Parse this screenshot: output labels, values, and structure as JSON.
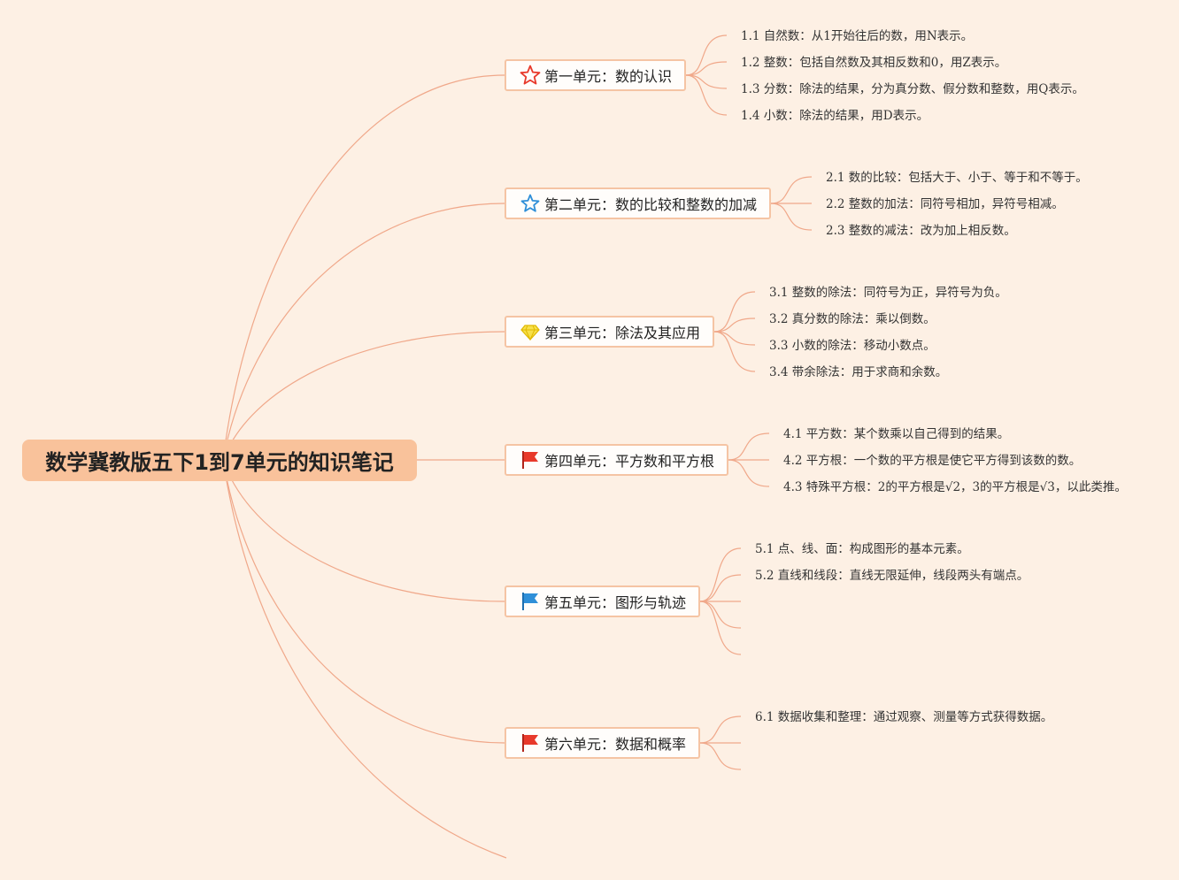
{
  "colors": {
    "background": "#fdf0e4",
    "root_fill": "#f9c29b",
    "line": "#f0a88a",
    "unit_border": "#f5c4a4"
  },
  "root": {
    "title": "数学冀教版五下1到7单元的知识笔记"
  },
  "units": [
    {
      "label": "第一单元：数的认识",
      "icon": "red-star-outline-icon",
      "items": [
        "1.1 自然数：从1开始往后的数，用N表示。",
        "1.2 整数：包括自然数及其相反数和0，用Z表示。",
        "1.3 分数：除法的结果，分为真分数、假分数和整数，用Q表示。",
        "1.4 小数：除法的结果，用D表示。"
      ]
    },
    {
      "label": "第二单元：数的比较和整数的加减",
      "icon": "blue-star-outline-icon",
      "items": [
        "2.1 数的比较：包括大于、小于、等于和不等于。",
        "2.2 整数的加法：同符号相加，异符号相减。",
        "2.3 整数的减法：改为加上相反数。"
      ]
    },
    {
      "label": "第三单元：除法及其应用",
      "icon": "yellow-diamond-icon",
      "items": [
        "3.1 整数的除法：同符号为正，异符号为负。",
        "3.2 真分数的除法：乘以倒数。",
        "3.3 小数的除法：移动小数点。",
        "3.4 带余除法：用于求商和余数。"
      ]
    },
    {
      "label": "第四单元：平方数和平方根",
      "icon": "red-flag-icon",
      "items": [
        "4.1 平方数：某个数乘以自己得到的结果。",
        "4.2 平方根：一个数的平方根是使它平方得到该数的数。",
        "4.3 特殊平方根：2的平方根是√2，3的平方根是√3，以此类推。"
      ]
    },
    {
      "label": "第五单元：图形与轨迹",
      "icon": "blue-flag-icon",
      "items": [
        "5.1 点、线、面：构成图形的基本元素。",
        "5.2 直线和线段：直线无限延伸，线段两头有端点。",
        "",
        "",
        ""
      ]
    },
    {
      "label": "第六单元：数据和概率",
      "icon": "red-flag-icon",
      "items": [
        "6.1 数据收集和整理：通过观察、测量等方式获得数据。",
        "",
        ""
      ]
    }
  ]
}
